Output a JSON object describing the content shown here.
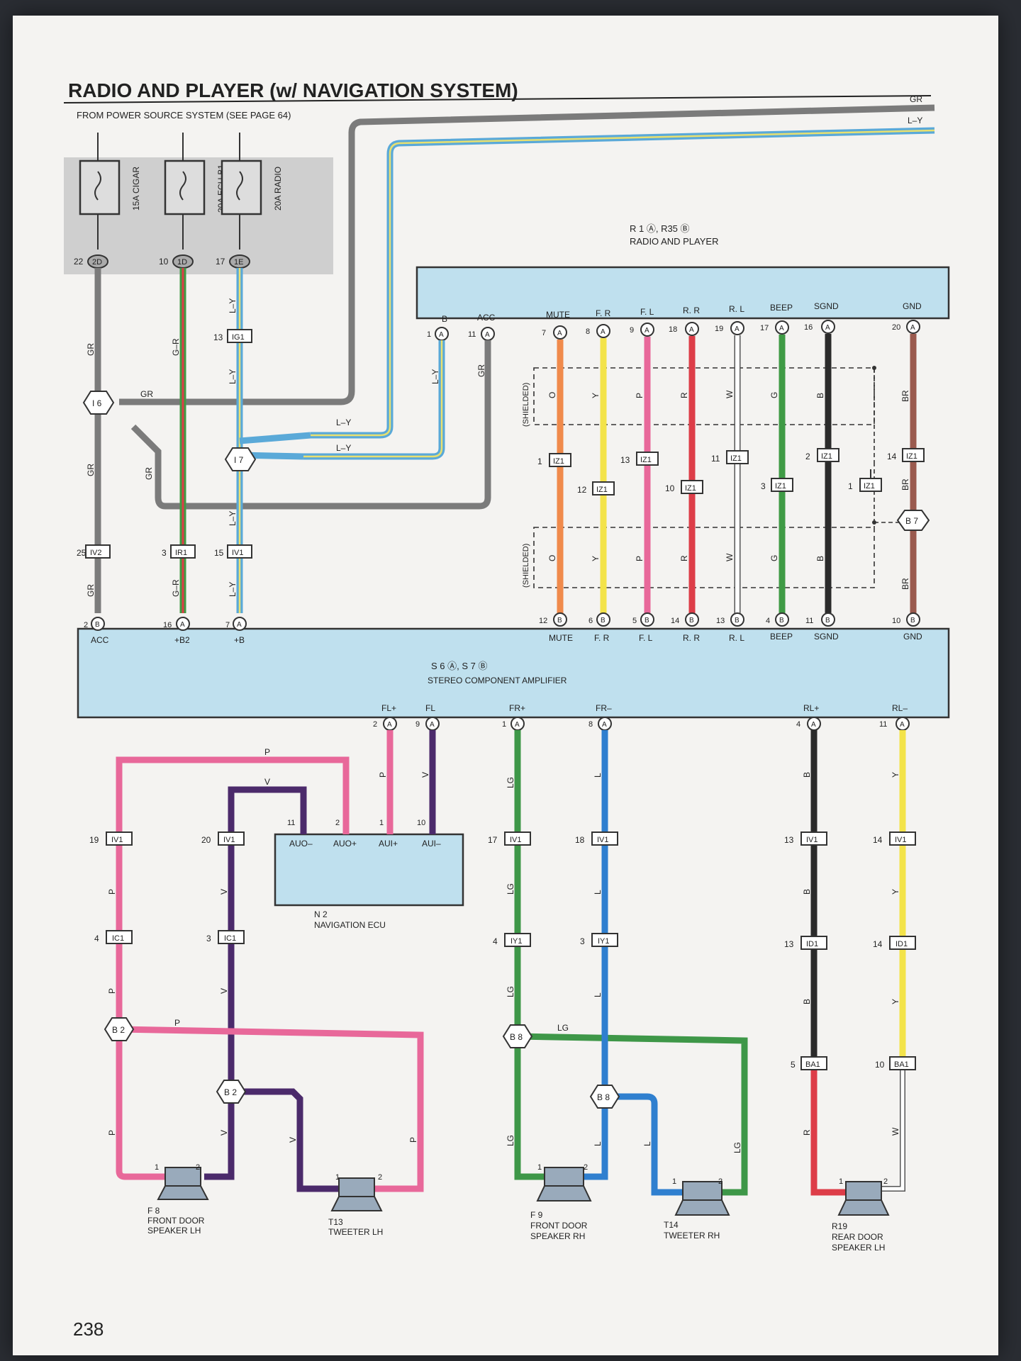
{
  "page": {
    "title": "RADIO AND PLAYER (w/ NAVIGATION SYSTEM)",
    "power_note": "FROM POWER SOURCE SYSTEM (SEE PAGE 64)",
    "page_number": "238"
  },
  "fuses": [
    {
      "label": "15A CIGAR",
      "pin": "22",
      "connector": "2D"
    },
    {
      "label": "20A ECU-B1",
      "pin": "10",
      "connector": "1D"
    },
    {
      "label": "20A RADIO",
      "pin": "17",
      "connector": "1E"
    }
  ],
  "radio": {
    "code": "R 1 Ⓐ, R35 Ⓑ",
    "name": "RADIO AND PLAYER",
    "terminals": [
      {
        "name": "B",
        "pin": "1",
        "conn": "A"
      },
      {
        "name": "ACC",
        "pin": "11",
        "conn": "A"
      },
      {
        "name": "MUTE",
        "pin": "7",
        "conn": "A"
      },
      {
        "name": "F. R",
        "pin": "8",
        "conn": "A"
      },
      {
        "name": "F. L",
        "pin": "9",
        "conn": "A"
      },
      {
        "name": "R. R",
        "pin": "18",
        "conn": "A"
      },
      {
        "name": "R. L",
        "pin": "19",
        "conn": "A"
      },
      {
        "name": "BEEP",
        "pin": "17",
        "conn": "A"
      },
      {
        "name": "SGND",
        "pin": "16",
        "conn": "A"
      },
      {
        "name": "GND",
        "pin": "20",
        "conn": "A"
      }
    ]
  },
  "amplifier": {
    "code": "S 6 Ⓐ, S 7 Ⓑ",
    "name": "STEREO COMPONENT AMPLIFIER",
    "top_terminals": [
      {
        "name": "ACC",
        "pin": "2",
        "conn": "B"
      },
      {
        "name": "+B2",
        "pin": "16",
        "conn": "A"
      },
      {
        "name": "+B",
        "pin": "7",
        "conn": "A"
      },
      {
        "name": "MUTE",
        "pin": "12",
        "conn": "B"
      },
      {
        "name": "F. R",
        "pin": "6",
        "conn": "B"
      },
      {
        "name": "F. L",
        "pin": "5",
        "conn": "B"
      },
      {
        "name": "R. R",
        "pin": "14",
        "conn": "B"
      },
      {
        "name": "R. L",
        "pin": "13",
        "conn": "B"
      },
      {
        "name": "BEEP",
        "pin": "4",
        "conn": "B"
      },
      {
        "name": "SGND",
        "pin": "11",
        "conn": "B"
      },
      {
        "name": "GND",
        "pin": "10",
        "conn": "B"
      }
    ],
    "bottom_terminals": [
      {
        "name": "FL+",
        "pin": "2",
        "conn": "A"
      },
      {
        "name": "FL",
        "pin": "9",
        "conn": "A"
      },
      {
        "name": "FR+",
        "pin": "1",
        "conn": "A"
      },
      {
        "name": "FR–",
        "pin": "8",
        "conn": "A"
      },
      {
        "name": "RL+",
        "pin": "4",
        "conn": "A"
      },
      {
        "name": "RL–",
        "pin": "11",
        "conn": "A"
      }
    ]
  },
  "nav_ecu": {
    "code": "N 2",
    "name": "NAVIGATION ECU",
    "terminals": [
      {
        "name": "AUO–",
        "pin": "11"
      },
      {
        "name": "AUO+",
        "pin": "2"
      },
      {
        "name": "AUI+",
        "pin": "1"
      },
      {
        "name": "AUI–",
        "pin": "10"
      }
    ]
  },
  "speakers": [
    {
      "code": "F 8",
      "name_line1": "FRONT DOOR",
      "name_line2": "SPEAKER LH"
    },
    {
      "code": "T13",
      "name_line1": "TWEETER LH",
      "name_line2": ""
    },
    {
      "code": "F 9",
      "name_line1": "FRONT DOOR",
      "name_line2": "SPEAKER RH"
    },
    {
      "code": "T14",
      "name_line1": "TWEETER RH",
      "name_line2": ""
    },
    {
      "code": "R19",
      "name_line1": "REAR DOOR",
      "name_line2": "SPEAKER LH"
    }
  ],
  "connectors": {
    "top_right": [
      {
        "pin": "1",
        "id": "IZ1"
      },
      {
        "pin": "12",
        "id": "IZ1"
      },
      {
        "pin": "13",
        "id": "IZ1"
      },
      {
        "pin": "10",
        "id": "IZ1"
      },
      {
        "pin": "11",
        "id": "IZ1"
      },
      {
        "pin": "3",
        "id": "IZ1"
      },
      {
        "pin": "2",
        "id": "IZ1"
      },
      {
        "pin": "1",
        "id": "IZ1"
      },
      {
        "pin": "14",
        "id": "IZ1"
      }
    ],
    "left": [
      {
        "pin": "13",
        "id": "IG1"
      },
      {
        "pin": "25",
        "id": "IV2"
      },
      {
        "pin": "3",
        "id": "IR1"
      },
      {
        "pin": "15",
        "id": "IV1"
      }
    ],
    "lower": [
      {
        "pin": "19",
        "id": "IV1"
      },
      {
        "pin": "20",
        "id": "IV1"
      },
      {
        "pin": "17",
        "id": "IV1"
      },
      {
        "pin": "18",
        "id": "IV1"
      },
      {
        "pin": "13",
        "id": "IV1"
      },
      {
        "pin": "14",
        "id": "IV1"
      },
      {
        "pin": "4",
        "id": "IC1"
      },
      {
        "pin": "3",
        "id": "IC1"
      },
      {
        "pin": "4",
        "id": "IY1"
      },
      {
        "pin": "3",
        "id": "IY1"
      },
      {
        "pin": "13",
        "id": "ID1"
      },
      {
        "pin": "14",
        "id": "ID1"
      },
      {
        "pin": "5",
        "id": "BA1"
      },
      {
        "pin": "10",
        "id": "BA1"
      }
    ]
  },
  "junctions": {
    "I6": "I 6",
    "I7": "I 7",
    "B7": "B 7",
    "B2a": "B 2",
    "B2b": "B 2",
    "B8a": "B 8",
    "B8b": "B 8"
  },
  "wire_codes": {
    "GR": "GR",
    "LY": "L–Y",
    "GR_LR": "G–R",
    "L": "L",
    "O": "O",
    "Y": "Y",
    "P": "P",
    "R": "R",
    "W": "W",
    "G": "G",
    "B": "B",
    "BR": "BR",
    "V": "V",
    "LG": "LG"
  },
  "shielded": "(SHIELDED)",
  "colors": {
    "gray": "#7b7b7b",
    "ly_blue": "#5aa9d8",
    "ly_yellow": "#e8e070",
    "orange": "#f08a4b",
    "yellow": "#f3e34a",
    "pink": "#e8689a",
    "red": "#dd3d48",
    "white": "#ffffff",
    "green": "#3f9b45",
    "black": "#2b2b2b",
    "brown": "#9a5a4e",
    "purple": "#4b2a6b",
    "lightgreen": "#3e9748",
    "blue": "#2f7fcf",
    "box_blue": "#bfe0ee",
    "fuse_gray": "#c8c8c8"
  }
}
